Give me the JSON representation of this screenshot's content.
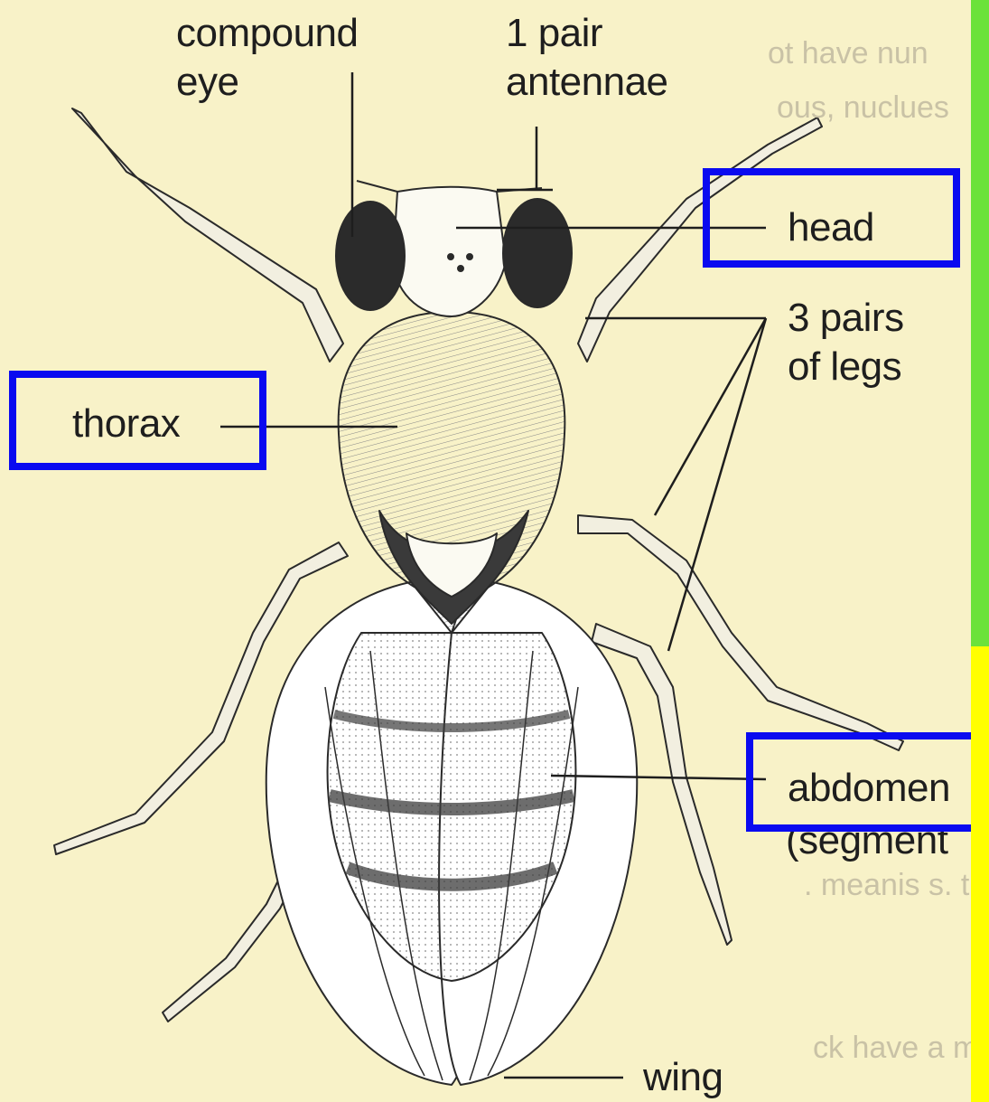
{
  "labels": {
    "compound_eye": [
      "compound",
      "eye"
    ],
    "antennae": [
      "1 pair",
      "antennae"
    ],
    "head": "head",
    "legs": [
      "3 pairs",
      "of legs"
    ],
    "thorax": "thorax",
    "abdomen": "abdomen",
    "segmented": "(segment",
    "wing": "wing"
  },
  "highlighted": [
    "head",
    "thorax",
    "abdomen"
  ],
  "colors": {
    "paper": "#f8f2c8",
    "highlight_box": "#0a0af0",
    "edge_top": "#6be23a",
    "edge_bottom": "#ffff00"
  }
}
